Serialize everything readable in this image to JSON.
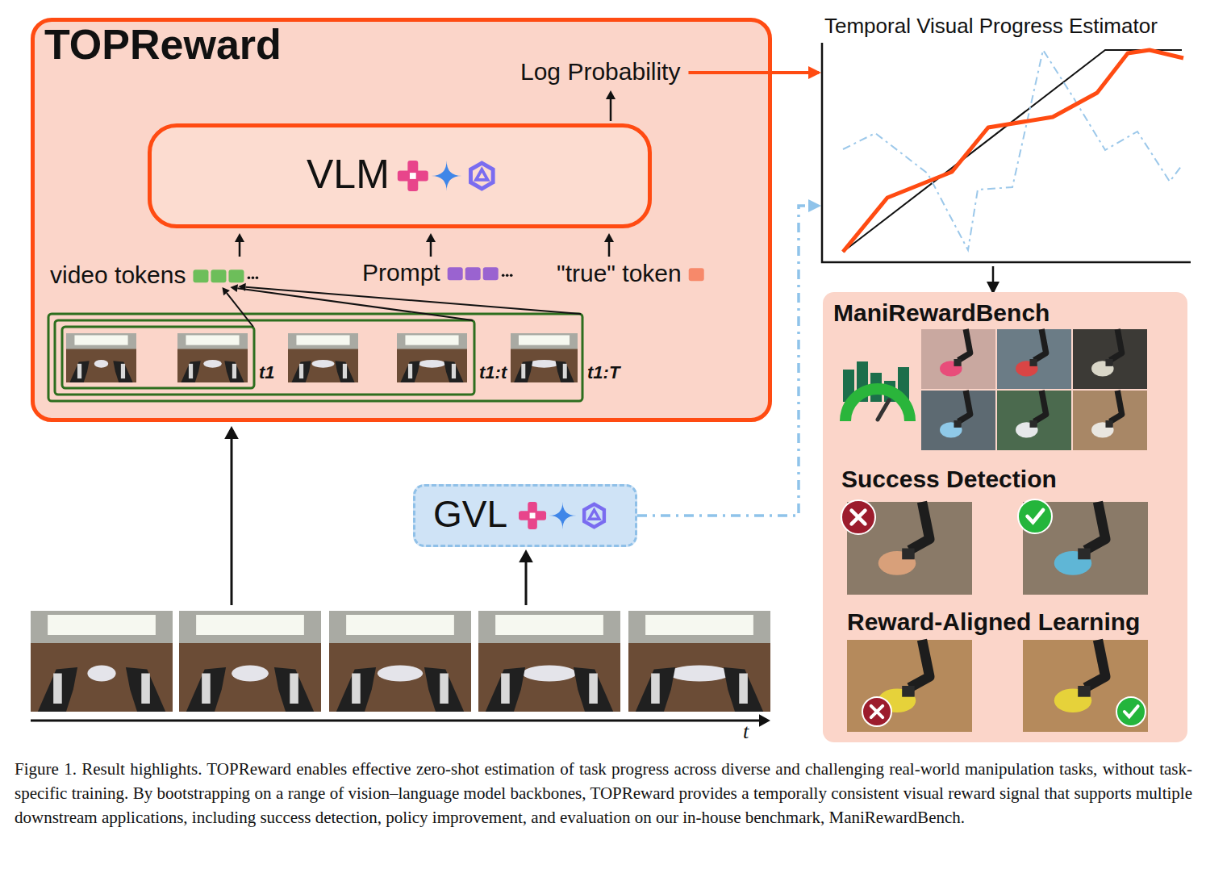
{
  "diagram": {
    "caption": "Figure 1. Result highlights. TOPReward enables effective zero-shot estimation of task progress across diverse and challenging real-world manipulation tasks, without task-specific training. By bootstrapping on a range of vision–language model backbones, TOPReward provides a temporally consistent visual reward signal that supports multiple downstream applications, including success detection, policy improvement, and evaluation on our in-house benchmark, ManiRewardBench.",
    "nodes": [
      {
        "text": [
          "TOPReward"
        ]
      },
      {
        "text": [
          "VLM"
        ],
        "in": 0
      },
      {
        "text": [
          "Temporal Visual Progress Estimator"
        ]
      },
      {
        "text": [
          "ManiRewardBench",
          "Success Detection",
          "Reward-Aligned Learning"
        ]
      },
      {
        "text": [
          "GVL"
        ]
      }
    ],
    "edges": [
      {
        "from": 0,
        "to": 2,
        "arrow": "to"
      },
      {
        "from": 4,
        "to": 2,
        "arrow": "to"
      },
      {
        "from": 2,
        "to": 3,
        "arrow": "to"
      }
    ],
    "labels": [
      "Log Probability",
      "video tokens",
      "Prompt",
      "\"true\" token",
      "t1",
      "t1:t",
      "t1:T",
      "t"
    ]
  }
}
